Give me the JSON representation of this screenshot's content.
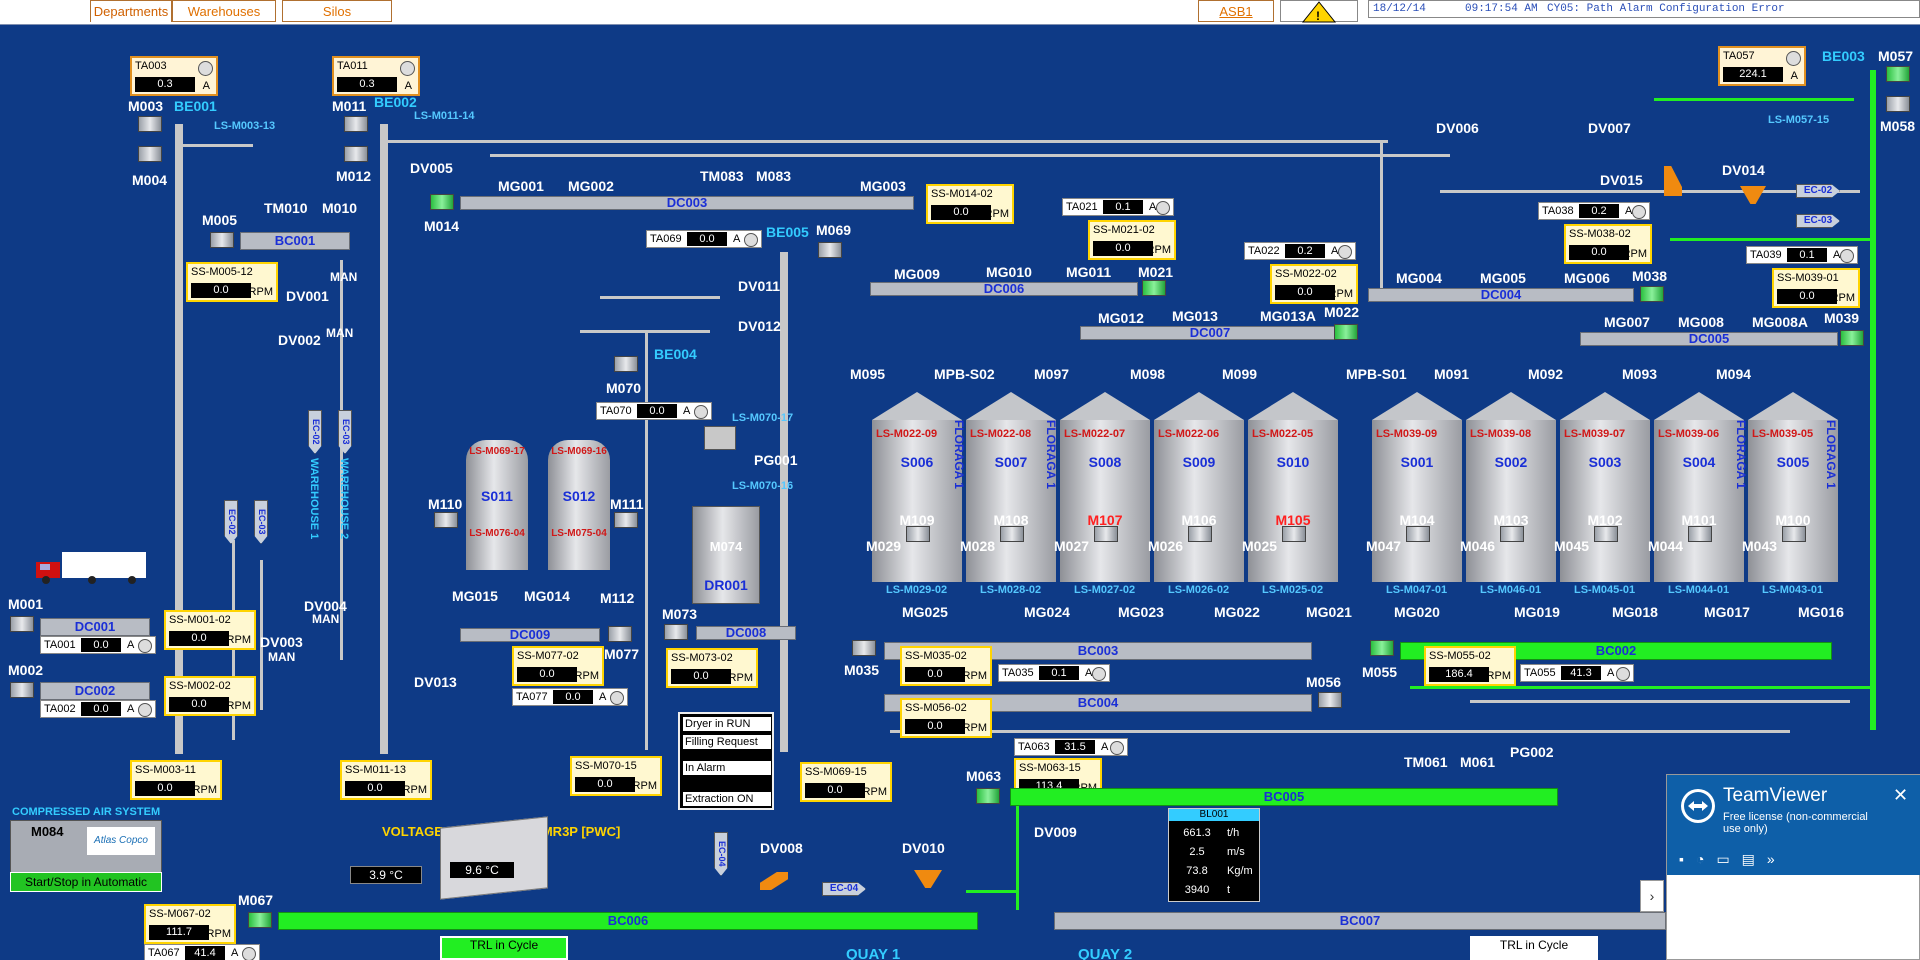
{
  "topbar": {
    "tabs": [
      "Departments",
      "Warehouses",
      "Silos"
    ],
    "asb": "ASB1",
    "alarm_date": "18/12/14",
    "alarm_time": "09:17:54 AM",
    "alarm_text": "CY05: Path Alarm Configuration Error"
  },
  "left": {
    "ta003": {
      "name": "TA003",
      "value": "0.3",
      "unit": "A"
    },
    "ta011": {
      "name": "TA011",
      "value": "0.3",
      "unit": "A"
    },
    "m003": "M003",
    "be001": "BE001",
    "m004": "M004",
    "ls_m003_13": "LS-M003-13",
    "m011": "M011",
    "be002": "BE002",
    "m012": "M012",
    "ls_m011_14": "LS-M011-14",
    "dv005": "DV005",
    "m014": "M014",
    "m005": "M005",
    "tm010": "TM010",
    "m010": "M010",
    "bc001": "BC001",
    "ss_m005": {
      "name": "SS-M005-12",
      "value": "0.0",
      "unit": "RPM"
    },
    "man1": "MAN",
    "dv001": "DV001",
    "man2": "MAN",
    "dv002": "DV002",
    "wh1": "WAREHOUSE 1",
    "wh2": "WAREHOUSE 2",
    "ec02": "EC-02",
    "ec03": "EC-03",
    "m001": "M001",
    "dc001": "DC001",
    "ta001": {
      "name": "TA001",
      "value": "0.0",
      "unit": "A"
    },
    "ss_m001": {
      "name": "SS-M001-02",
      "value": "0.0",
      "unit": "RPM"
    },
    "m002": "M002",
    "dc002": "DC002",
    "ta002": {
      "name": "TA002",
      "value": "0.0",
      "unit": "A"
    },
    "ss_m002": {
      "name": "SS-M002-02",
      "value": "0.0",
      "unit": "RPM"
    },
    "dv004": "DV004",
    "man3": "MAN",
    "dv003": "DV003",
    "man4": "MAN",
    "ss_m003_11": {
      "name": "SS-M003-11",
      "value": "0.0",
      "unit": "RPM"
    },
    "ss_m011_13": {
      "name": "SS-M011-13",
      "value": "0.0",
      "unit": "RPM"
    },
    "compressed": "COMPRESSED AIR SYSTEM",
    "m084": "M084",
    "atlas": "Atlas Copco",
    "startstop": "Start/Stop in Automatic",
    "m067": "M067",
    "ss_m067": {
      "name": "SS-M067-02",
      "value": "111.7",
      "unit": "RPM"
    },
    "ta067": {
      "name": "TA067",
      "value": "41.4",
      "unit": "A"
    },
    "bc006": "BC006",
    "voltage": "VOLTAGE LEVEL ALARM MR3P [PWC]",
    "temp1": {
      "value": "3.9",
      "unit": "°C"
    },
    "temp2": {
      "value": "9.6",
      "unit": "°C"
    },
    "trl1": "TRL in Cycle",
    "quay1": "QUAY 1",
    "quay2": "QUAY 2",
    "trl2": "TRL in Cycle"
  },
  "center": {
    "mg001": "MG001",
    "mg002": "MG002",
    "dc003": "DC003",
    "tm083": "TM083",
    "m083": "M083",
    "mg003": "MG003",
    "ss_m014": {
      "name": "SS-M014-02",
      "value": "0.0",
      "unit": "RPM"
    },
    "ta069": {
      "name": "TA069",
      "value": "0.0",
      "unit": "A"
    },
    "be005": "BE005",
    "m069": "M069",
    "dv011": "DV011",
    "dv012": "DV012",
    "m070": "M070",
    "be004": "BE004",
    "ta070": {
      "name": "TA070",
      "value": "0.0",
      "unit": "A"
    },
    "ls_m070_17": "LS-M070-17",
    "pg001": "PG001",
    "ls_m070_16": "LS-M070-16",
    "s011": {
      "name": "S011",
      "ls_top": "LS-M069-17",
      "ls_bot": "LS-M076-04"
    },
    "s012": {
      "name": "S012",
      "ls_top": "LS-M069-16",
      "ls_bot": "LS-M075-04"
    },
    "m110": "M110",
    "m111": "M111",
    "m074": "M074",
    "dr001": "DR001",
    "mg015": "MG015",
    "mg014": "MG014",
    "m112": "M112",
    "m073": "M073",
    "dc008": "DC008",
    "dc009": "DC009",
    "m077": "M077",
    "dv013": "DV013",
    "ss_m077": {
      "name": "SS-M077-02",
      "value": "0.0",
      "unit": "RPM"
    },
    "ta077": {
      "name": "TA077",
      "value": "0.0",
      "unit": "A"
    },
    "ss_m073": {
      "name": "SS-M073-02",
      "value": "0.0",
      "unit": "RPM"
    },
    "ss_m070": {
      "name": "SS-M070-15",
      "value": "0.0",
      "unit": "RPM"
    },
    "ss_m069": {
      "name": "SS-M069-15",
      "value": "0.0",
      "unit": "RPM"
    },
    "status": [
      "Dryer in RUN",
      "Filling Request",
      "In Alarm",
      "Extraction ON"
    ],
    "ec04": "EC-04",
    "dv008": "DV008",
    "dv010": "DV010",
    "ec04h": "EC-04",
    "dv009": "DV009",
    "m063": "M063",
    "ta063": {
      "name": "TA063",
      "value": "31.5",
      "unit": "A"
    },
    "ss_m063": {
      "name": "SS-M063-15",
      "value": "113.4",
      "unit": "RPM"
    },
    "bc005": "BC005",
    "tm061": "TM061",
    "m061": "M061",
    "pg002": "PG002",
    "bl001": {
      "name": "BL001",
      "rows": [
        {
          "v": "661.3",
          "u": "t/h"
        },
        {
          "v": "2.5",
          "u": "m/s"
        },
        {
          "v": "73.8",
          "u": "Kg/m"
        },
        {
          "v": "3940",
          "u": "t"
        }
      ]
    },
    "bc007": "BC007"
  },
  "silos_left": {
    "mg009": "MG009",
    "mg010": "MG010",
    "dc006": "DC006",
    "mg011": "MG011",
    "m021": "M021",
    "ta021": {
      "name": "TA021",
      "value": "0.1",
      "unit": "A"
    },
    "ss_m021": {
      "name": "SS-M021-02",
      "value": "0.0",
      "unit": "RPM"
    },
    "ta022": {
      "name": "TA022",
      "value": "0.2",
      "unit": "A"
    },
    "ss_m022": {
      "name": "SS-M022-02",
      "value": "0.0",
      "unit": "RPM"
    },
    "mg012": "MG012",
    "mg013": "MG013",
    "dc007": "DC007",
    "mg013a": "MG013A",
    "m022": "M022",
    "tops": [
      "M095",
      "MPB-S02",
      "M097",
      "M098",
      "M099"
    ],
    "silos": [
      {
        "name": "S006",
        "ls": "LS-M022-09",
        "mot": "M109",
        "side": "M029",
        "lsb": "LS-M029-02",
        "red": false
      },
      {
        "name": "S007",
        "ls": "LS-M022-08",
        "mot": "M108",
        "side": "M028",
        "lsb": "LS-M028-02",
        "red": false
      },
      {
        "name": "S008",
        "ls": "LS-M022-07",
        "mot": "M107",
        "side": "M027",
        "lsb": "LS-M027-02",
        "red": true
      },
      {
        "name": "S009",
        "ls": "LS-M022-06",
        "mot": "M106",
        "side": "M026",
        "lsb": "LS-M026-02",
        "red": false
      },
      {
        "name": "S010",
        "ls": "LS-M022-05",
        "mot": "M105",
        "side": "M025",
        "lsb": "LS-M025-02",
        "red": true
      }
    ],
    "floraga": "FLORAGA 1",
    "mgs": [
      "MG025",
      "MG024",
      "MG023",
      "MG022",
      "MG021"
    ],
    "m035": "M035",
    "bc003": "BC003",
    "ss_m035": {
      "name": "SS-M035-02",
      "value": "0.0",
      "unit": "RPM"
    },
    "ta035": {
      "name": "TA035",
      "value": "0.1",
      "unit": "A"
    },
    "m056": "M056",
    "bc004": "BC004",
    "ss_m056": {
      "name": "SS-M056-02",
      "value": "0.0",
      "unit": "RPM"
    }
  },
  "silos_right": {
    "dv006": "DV006",
    "dv007": "DV007",
    "dv015": "DV015",
    "dv014": "DV014",
    "ec02": "EC-02",
    "ec03": "EC-03",
    "ta057": {
      "name": "TA057",
      "value": "224.1",
      "unit": "A"
    },
    "be003": "BE003",
    "m057": "M057",
    "m058": "M058",
    "ls_m057_15": "LS-M057-15",
    "ta038": {
      "name": "TA038",
      "value": "0.2",
      "unit": "A"
    },
    "ss_m038": {
      "name": "SS-M038-02",
      "value": "0.0",
      "unit": "RPM"
    },
    "ta039": {
      "name": "TA039",
      "value": "0.1",
      "unit": "A"
    },
    "ss_m039": {
      "name": "SS-M039-01",
      "value": "0.0",
      "unit": "RPM"
    },
    "mg004": "MG004",
    "mg005": "MG005",
    "dc004": "DC004",
    "mg006": "MG006",
    "m038": "M038",
    "mg007": "MG007",
    "mg008": "MG008",
    "dc005": "DC005",
    "mg008a": "MG008A",
    "m039": "M039",
    "tops": [
      "MPB-S01",
      "M091",
      "M092",
      "M093",
      "M094"
    ],
    "silos": [
      {
        "name": "S001",
        "ls": "LS-M039-09",
        "mot": "M104",
        "side": "M047",
        "lsb": "LS-M047-01"
      },
      {
        "name": "S002",
        "ls": "LS-M039-08",
        "mot": "M103",
        "side": "M046",
        "lsb": "LS-M046-01"
      },
      {
        "name": "S003",
        "ls": "LS-M039-07",
        "mot": "M102",
        "side": "M045",
        "lsb": "LS-M045-01"
      },
      {
        "name": "S004",
        "ls": "LS-M039-06",
        "mot": "M101",
        "side": "M044",
        "lsb": "LS-M044-01"
      },
      {
        "name": "S005",
        "ls": "LS-M039-05",
        "mot": "M100",
        "side": "M043",
        "lsb": "LS-M043-01"
      }
    ],
    "floraga": "FLORAGA 1",
    "mgs": [
      "MG020",
      "MG019",
      "MG018",
      "MG017",
      "MG016"
    ],
    "m055": "M055",
    "bc002": "BC002",
    "ss_m055": {
      "name": "SS-M055-02",
      "value": "186.4",
      "unit": "RPM"
    },
    "ta055": {
      "name": "TA055",
      "value": "41.3",
      "unit": "A"
    }
  },
  "teamviewer": {
    "title": "TeamViewer",
    "sub": "Free license (non-commercial use only)",
    "close": "✕"
  },
  "colors": {
    "background": "#0e3a86",
    "running": "#22ee22",
    "label": "#ffffff",
    "warn": "#ffd400"
  }
}
